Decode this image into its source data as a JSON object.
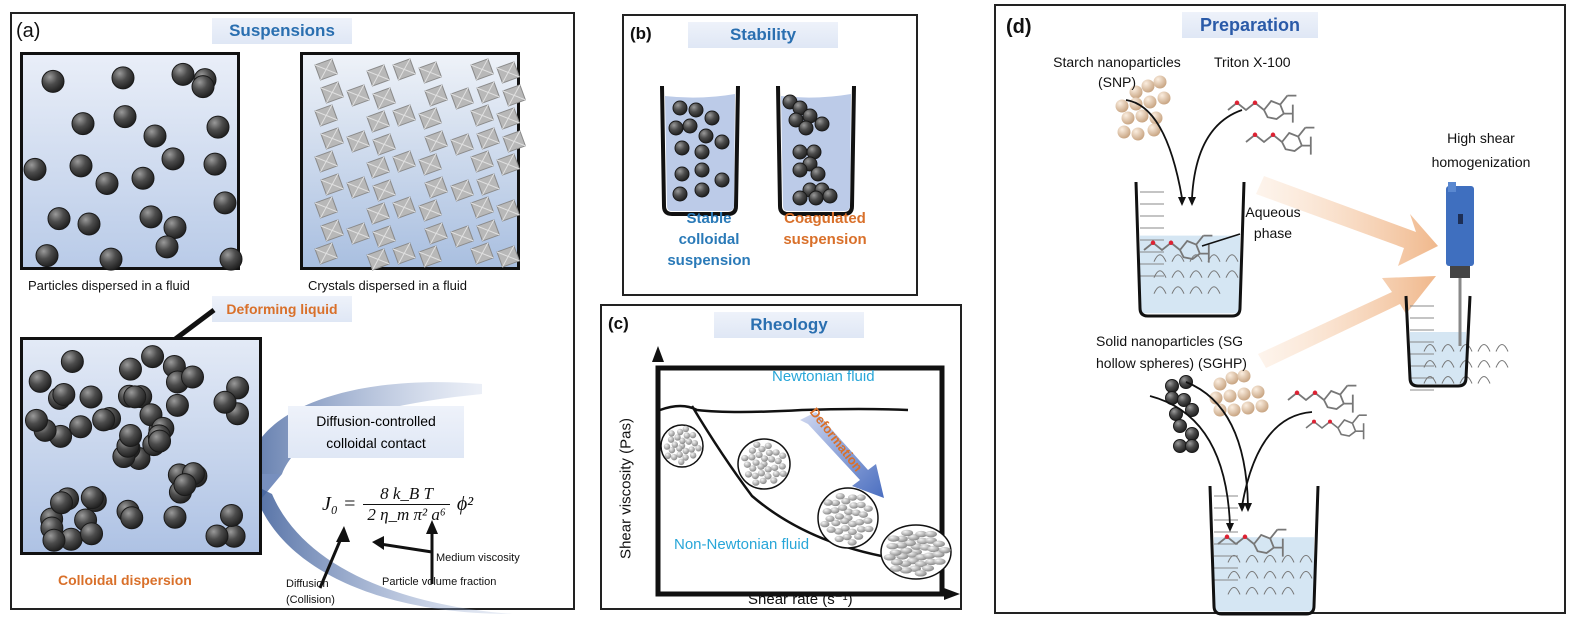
{
  "panels": {
    "a": {
      "label": "(a)",
      "title": "Suspensions",
      "box1_caption": "Particles dispersed in a fluid",
      "box2_caption": "Crystals dispersed in a fluid",
      "deforming_label": "Deforming liquid",
      "dispersion_caption": "Colloidal dispersion",
      "contact_title_line1": "Diffusion-controlled",
      "contact_title_line2": "colloidal contact",
      "equation": {
        "lhs": "J₀ =",
        "numerator": "8 k_B T",
        "denominator": "2 η_m π² a⁶",
        "suffix": "ϕ²"
      },
      "annotations": {
        "diffusion_line1": "Diffusion",
        "diffusion_line2": "(Collision)",
        "particle_volume_fraction": "Particle volume fraction",
        "medium_viscosity": "Medium viscosity"
      }
    },
    "b": {
      "label": "(b)",
      "title": "Stability",
      "stable_line1": "Stable",
      "stable_line2": "colloidal",
      "stable_line3": "suspension",
      "coag_line1": "Coagulated",
      "coag_line2": "suspension"
    },
    "c": {
      "label": "(c)",
      "title": "Rheology",
      "ylabel": "Shear viscosity (Pas)",
      "xlabel": "Shear rate (s⁻¹)",
      "newtonian": "Newtonian fluid",
      "non_newtonian": "Non-Newtonian fluid",
      "deformation": "Deformation"
    },
    "d": {
      "label": "(d)",
      "title": "Preparation",
      "snp_line1": "Starch nanoparticles",
      "snp_line2": "(SNP)",
      "triton": "Triton X-100",
      "aqueous_line1": "Aqueous",
      "aqueous_line2": "phase",
      "homog_line1": "High shear",
      "homog_line2": "homogenization",
      "solid_line1": "Solid nanoparticles (SG",
      "solid_line2": "hollow spheres) (SGHP)"
    }
  },
  "colors": {
    "title_blue": "#2a6fb0",
    "orange": "#d9702a",
    "cyan": "#28a6d8",
    "particle": "#4a4a4a",
    "fluid": "#c8d6ee",
    "starch": "#e3c4a4"
  }
}
